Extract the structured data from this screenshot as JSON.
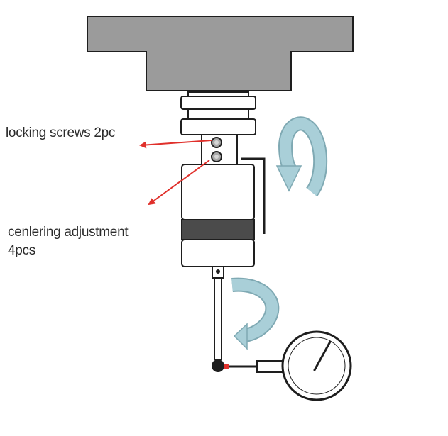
{
  "labels": {
    "locking_screws": "locking screws 2pc",
    "centering_adjustment": "cenlering adjustment",
    "centering_quantity": "4pcs"
  },
  "colors": {
    "outline": "#1e1e1e",
    "spindle_fill": "#9b9b9b",
    "body_fill": "#ffffff",
    "band_fill": "#4b4b4b",
    "screw_fill": "#a8a8a8",
    "pointer_arrow": "#e0302b",
    "rotation_arrow": "#a9cfd8",
    "contact_point": "#e0302b"
  },
  "icons": {
    "upper_rotation": "rotation-arrow-icon",
    "lower_rotation": "rotation-arrow-icon",
    "indicator": "dial-indicator-icon"
  }
}
